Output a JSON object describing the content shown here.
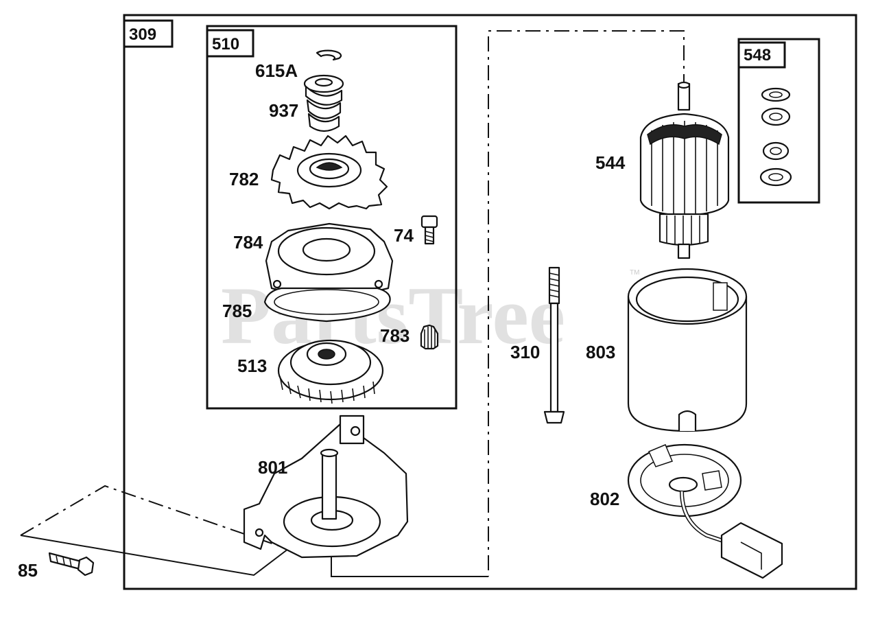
{
  "watermark": {
    "text": "PartsTree",
    "trademark": "TM"
  },
  "groups": [
    {
      "id": "g309",
      "label": "309"
    },
    {
      "id": "g510",
      "label": "510"
    },
    {
      "id": "g548",
      "label": "548"
    }
  ],
  "callouts": {
    "p615A": "615A",
    "p937": "937",
    "p782": "782",
    "p74": "74",
    "p784": "784",
    "p785": "785",
    "p783": "783",
    "p513": "513",
    "p801": "801",
    "p85": "85",
    "p544": "544",
    "p310": "310",
    "p803": "803",
    "p802": "802"
  }
}
